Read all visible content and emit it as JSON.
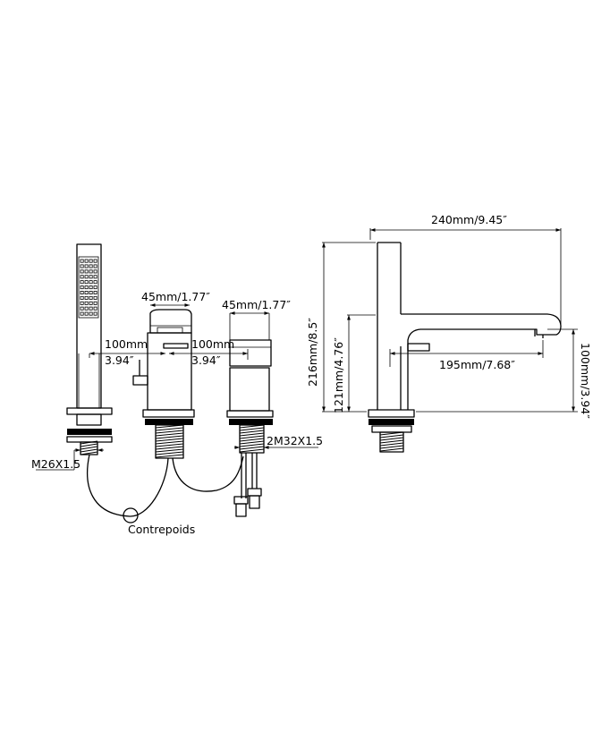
{
  "labels": {
    "width_overall": "240mm/9.45″",
    "height_overall": "216mm/8.5″",
    "spout_height": "121mm/4.76″",
    "spout_reach": "195mm/7.68″",
    "deck_height": "100mm/3.94″",
    "handle_width_1": "45mm/1.77″",
    "handle_width_2": "45mm/1.77″",
    "spacing_1_mm": "100mm",
    "spacing_1_in": "3.94″",
    "spacing_2_mm": "100mm",
    "spacing_2_in": "3.94″",
    "thread_hand_shower": "M26X1.5",
    "thread_valves": "2M32X1.5",
    "counterweight": "Contrepoids"
  }
}
